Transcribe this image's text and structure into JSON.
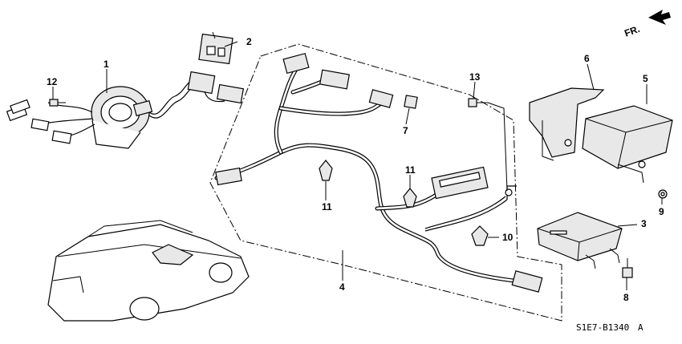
{
  "diagram": {
    "direction_label": "FR.",
    "code": "S1E7-B1340",
    "code_suffix": "A",
    "callouts": [
      "1",
      "2",
      "3",
      "4",
      "5",
      "6",
      "7",
      "8",
      "9",
      "10",
      "11",
      "11",
      "12",
      "13"
    ]
  },
  "icons": {
    "direction": "forward-arrow-icon",
    "car": "car-outline-icon"
  }
}
